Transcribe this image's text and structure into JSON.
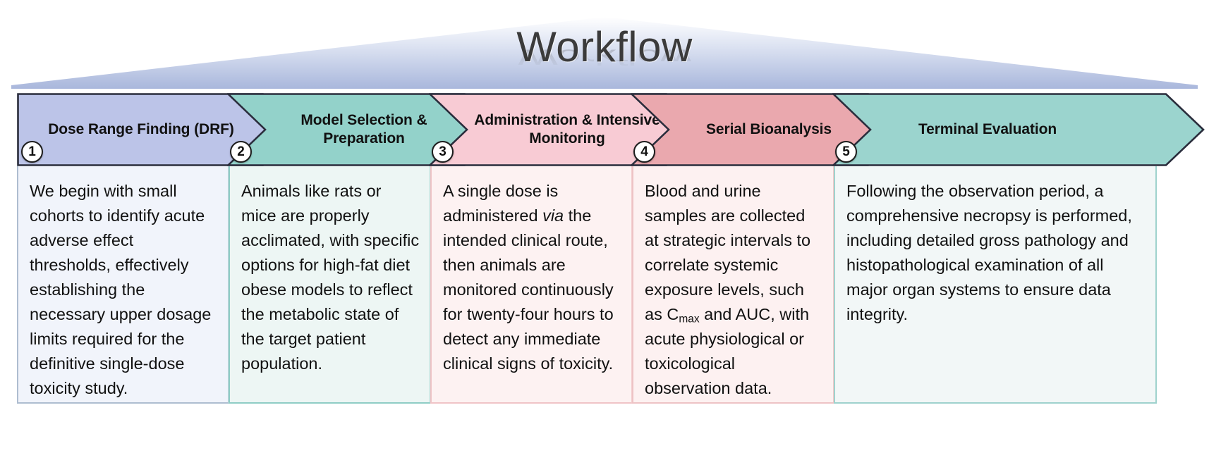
{
  "banner": {
    "title": "Workflow",
    "fill_start": "#ffffff",
    "fill_end": "#aab8dd"
  },
  "colors": {
    "chevron_1": "#bcc4e8",
    "chevron_2": "#93d2ca",
    "chevron_3": "#f8cbd4",
    "chevron_4": "#eaa8ae",
    "chevron_5": "#9bd4ce",
    "panel_1": "#f1f4fb",
    "panel_2": "#edf6f4",
    "panel_3": "#fdf2f2",
    "panel_4": "#fdf1f1",
    "panel_5": "#f2f7f7",
    "border_dark": "#2a2d3c",
    "border_1": "#aebdd0",
    "border_2": "#8fcdc5",
    "border_3": "#f0c4c7",
    "border_4": "#eec3c5",
    "border_5": "#9fd2cd"
  },
  "steps": [
    {
      "number": "1",
      "title": "Dose Range Finding (DRF)",
      "body_html": "We begin with small cohorts to identify acute adverse effect thresholds, effectively establishing the necessary upper dosage limits required for the definitive single-dose toxicity study.",
      "body_text": "We begin with small cohorts to identify acute adverse effect thresholds, effectively establishing the necessary upper dosage limits required for the definitive single-dose toxicity study."
    },
    {
      "number": "2",
      "title": "Model Selection & Preparation",
      "body_html": "Animals like rats or mice are properly acclimated, with specific options for high-fat diet obese models to reflect the metabolic state of the target patient population.",
      "body_text": "Animals like rats or mice are properly acclimated, with specific options for high-fat diet obese models to reflect the metabolic state of the target patient population."
    },
    {
      "number": "3",
      "title": "Administration & Intensive Monitoring",
      "body_html": "A single dose is administered <em>via</em> the intended clinical route, then animals are monitored continuously for twenty-four hours to detect any immediate clinical signs of toxicity.",
      "body_text": "A single dose is administered via the intended clinical route, then animals are monitored continuously for twenty-four hours to detect any immediate clinical signs of toxicity."
    },
    {
      "number": "4",
      "title": "Serial Bioanalysis",
      "body_html": "Blood and urine samples are collected at strategic intervals to correlate systemic exposure levels, such as C<sub>max</sub> and AUC, with acute physiological or toxicological observation data.",
      "body_text": "Blood and urine samples are collected at strategic intervals to correlate systemic exposure levels, such as Cmax and AUC, with acute physiological or toxicological observation data."
    },
    {
      "number": "5",
      "title": "Terminal Evaluation",
      "body_html": "Following the observation period, a comprehensive necropsy is performed, including detailed gross pathology and histopathological examination of all major organ systems to ensure data integrity.",
      "body_text": "Following the observation period, a comprehensive necropsy is performed, including detailed gross pathology and histopathological examination of all major organ systems to ensure data integrity."
    }
  ]
}
